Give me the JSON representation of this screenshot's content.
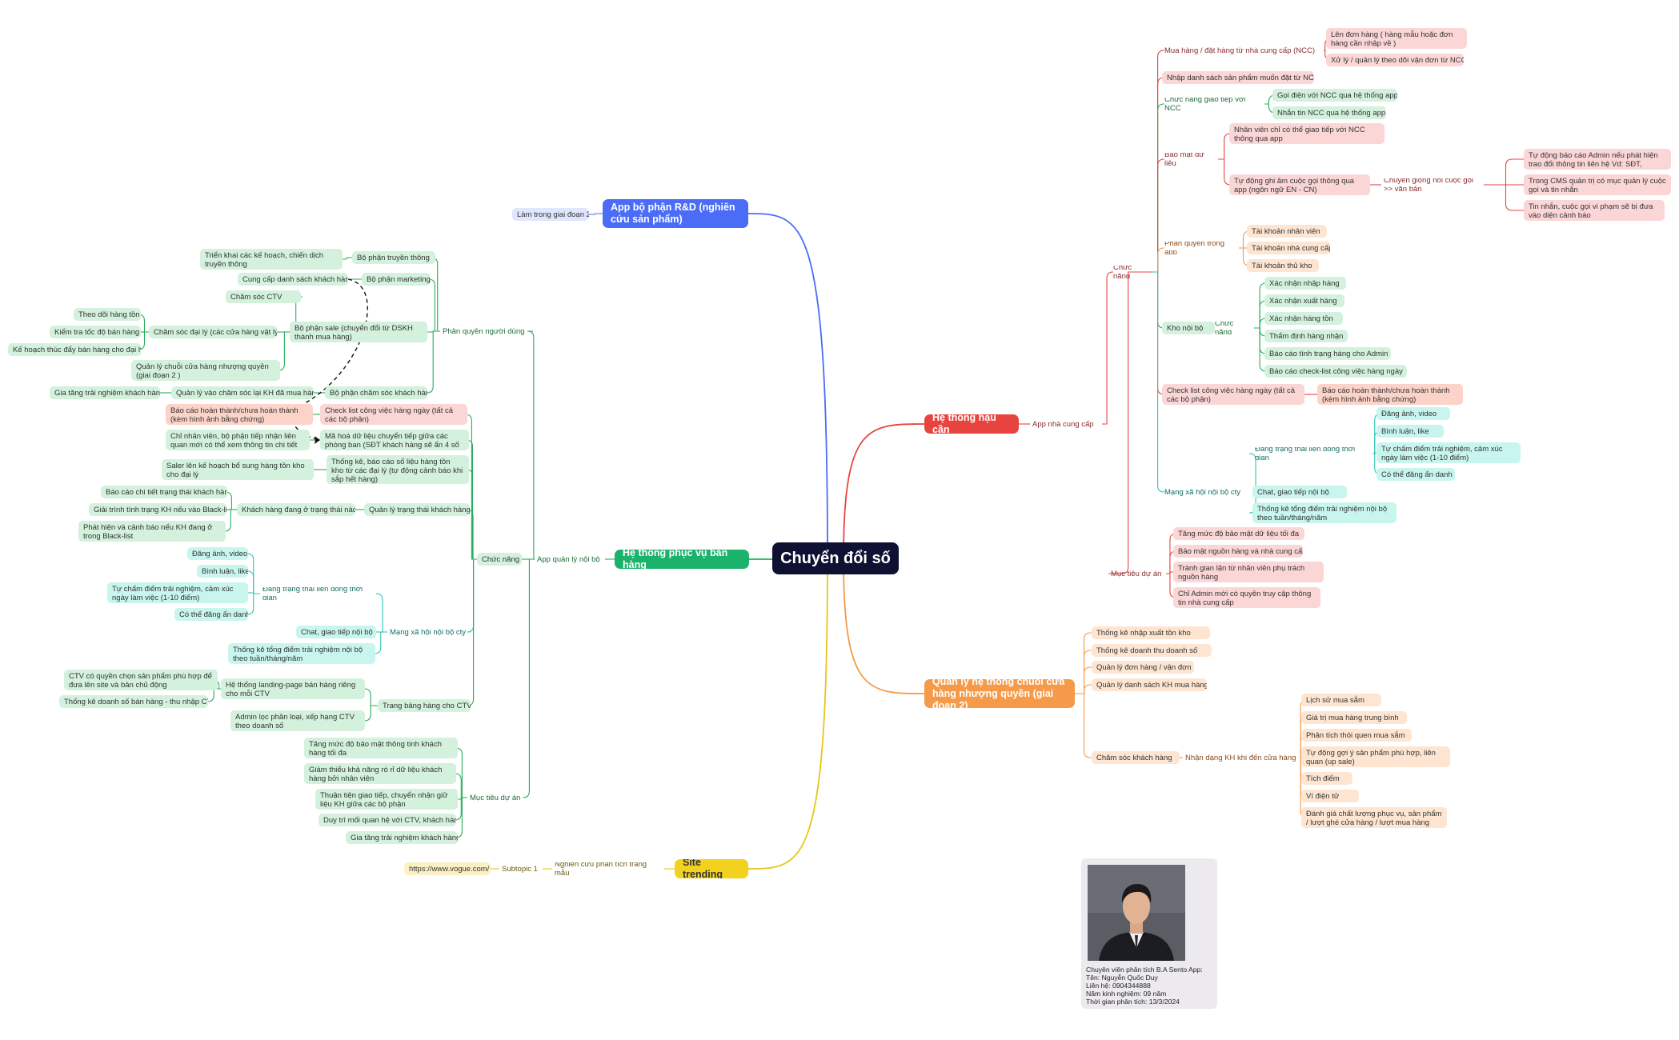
{
  "map": {
    "root": {
      "label": "Chuyển đổi số"
    },
    "branches": [
      {
        "label": "App bộ phận R&D (nghiên cứu sản phẩm)",
        "color": "blue",
        "children": [
          {
            "label": "Làm trong giai đoạn 2"
          }
        ]
      },
      {
        "label": "Hệ thống hậu cần",
        "color": "red",
        "children": [
          {
            "label": "App nhà cung cấp",
            "children": [
              {
                "label": "Chức năng",
                "children": [
                  {
                    "label": "Mua hàng / đặt hàng từ nhà cung cấp (NCC)",
                    "children": [
                      {
                        "label": "Lên đơn hàng ( hàng mẫu hoặc đơn hàng cần nhập về )"
                      },
                      {
                        "label": "Xử lý / quản lý theo dõi vận đơn từ NCC"
                      }
                    ]
                  },
                  {
                    "label": "Nhập danh sách sản phẩm muốn đặt từ NCC"
                  },
                  {
                    "label": "Chức năng giao tiếp với NCC",
                    "children": [
                      {
                        "label": "Gọi điện với NCC qua hệ thống app"
                      },
                      {
                        "label": "Nhắn tin NCC qua hệ thống app"
                      }
                    ]
                  },
                  {
                    "label": "Bảo mật dữ liệu",
                    "children": [
                      {
                        "label": "Nhân viên chỉ có thể giao tiếp với NCC thông qua app"
                      },
                      {
                        "label": "Tự động ghi âm cuộc gọi thông qua app (ngôn ngữ EN - CN)",
                        "children": [
                          {
                            "label": "Chuyển giọng nói cuộc gọi >> văn bản",
                            "children": [
                              {
                                "label": "Tự động báo cáo Admin nếu phát hiện trao đổi thông tin liên hệ Vd: SĐT, email..."
                              },
                              {
                                "label": "Trong CMS quản trị có mục quản lý cuộc gọi và tin nhắn"
                              },
                              {
                                "label": "Tin nhắn, cuộc gọi vi phạm sẽ bị đưa vào diện cảnh báo"
                              }
                            ]
                          }
                        ]
                      }
                    ]
                  },
                  {
                    "label": "Phân quyền trong app",
                    "children": [
                      {
                        "label": "Tài khoản nhân viên"
                      },
                      {
                        "label": "Tài khoản nhà cung cấp"
                      },
                      {
                        "label": "Tài khoản thủ kho"
                      }
                    ]
                  },
                  {
                    "label": "Kho nội bộ",
                    "children": [
                      {
                        "label": "Chức năng",
                        "children": [
                          {
                            "label": "Xác nhận nhập hàng"
                          },
                          {
                            "label": "Xác nhận xuất hàng"
                          },
                          {
                            "label": "Xác nhận hàng tồn"
                          },
                          {
                            "label": "Thẩm định hàng nhận"
                          },
                          {
                            "label": "Báo cáo tình trạng hàng cho Admin"
                          },
                          {
                            "label": "Báo cáo check-list công việc hàng ngày"
                          }
                        ]
                      }
                    ]
                  },
                  {
                    "label": "Check list công việc hàng ngày (tất cả các bộ phận)",
                    "children": [
                      {
                        "label": "Báo cáo hoàn thành/chưa hoàn thành (kèm hình ảnh bằng chứng)"
                      }
                    ]
                  },
                  {
                    "label": "Mạng xã hội nội bộ cty",
                    "children": [
                      {
                        "label": "Đăng trạng thái liên dòng thời gian",
                        "children": [
                          {
                            "label": "Đăng ảnh, video"
                          },
                          {
                            "label": "Bình luận, like"
                          },
                          {
                            "label": "Tự chấm điểm trải nghiệm, cảm xúc ngày làm việc (1-10 điểm)"
                          },
                          {
                            "label": "Có thể đăng ẩn danh"
                          }
                        ]
                      },
                      {
                        "label": "Chat, giao tiếp nội bộ"
                      },
                      {
                        "label": "Thống kê tổng điểm trải nghiệm nội bộ theo tuần/tháng/năm"
                      }
                    ]
                  },
                  {
                    "label": "Mục tiêu dự án",
                    "children": [
                      {
                        "label": "Tăng mức độ bảo mật dữ liệu tối đa"
                      },
                      {
                        "label": "Bảo mật nguồn hàng và nhà cung cấp"
                      },
                      {
                        "label": "Tránh gian lận từ nhân viên phụ trách nguồn hàng"
                      },
                      {
                        "label": "Chỉ Admin mới có quyền truy cập thông tin nhà cung cấp"
                      }
                    ]
                  }
                ]
              }
            ]
          }
        ]
      },
      {
        "label": "Quản lý hệ thống chuỗi cửa hàng nhượng quyền (giai đoạn 2)",
        "color": "orange",
        "children": [
          {
            "label": "Thống kê nhập xuất tồn kho"
          },
          {
            "label": "Thống kê doanh thu doanh số"
          },
          {
            "label": "Quản lý đơn hàng / vận đơn"
          },
          {
            "label": "Quản lý danh sách KH mua hàng"
          },
          {
            "label": "Chăm sóc khách hàng",
            "children": [
              {
                "label": "Nhận dạng KH khi đến cửa hàng",
                "children": [
                  {
                    "label": "Lịch sử mua sắm"
                  },
                  {
                    "label": "Giá trị mua hàng trung bình"
                  },
                  {
                    "label": "Phân tích thói quen mua sắm"
                  },
                  {
                    "label": "Tự động gợi ý sản phẩm phù hợp, liên quan (up sale)"
                  },
                  {
                    "label": "Tích điểm"
                  },
                  {
                    "label": "Ví điện tử"
                  },
                  {
                    "label": "Đánh giá chất lượng phục vụ, sản phẩm / lượt ghé cửa hàng / lượt mua hàng"
                  }
                ]
              }
            ]
          }
        ]
      },
      {
        "label": "Hệ thống phục vụ bán hàng",
        "color": "green",
        "children": [
          {
            "label": "App quản lý nội bộ",
            "children": [
              {
                "label": "Phân quyền người dùng",
                "children": [
                  {
                    "label": "Bộ phận truyền thông",
                    "children": [
                      {
                        "label": "Triển khai các kế hoạch, chiến dịch truyền thông"
                      }
                    ]
                  },
                  {
                    "label": "Bộ phận marketing",
                    "children": [
                      {
                        "label": "Cung cấp danh sách khách hàng"
                      }
                    ]
                  },
                  {
                    "label": "Bộ phận sale (chuyển đổi từ DSKH thành mua hàng)",
                    "children": [
                      {
                        "label": "Chăm sóc CTV"
                      },
                      {
                        "label": "Chăm sóc đại lý (các cửa hàng vật lý)",
                        "children": [
                          {
                            "label": "Theo dõi hàng tồn"
                          },
                          {
                            "label": "Kiểm tra tốc độ bán hàng"
                          },
                          {
                            "label": "Kế hoạch thúc đẩy bán hàng cho đại lý"
                          }
                        ]
                      },
                      {
                        "label": "Quản lý chuỗi cửa hàng nhượng quyền (giai đoạn 2 )"
                      }
                    ]
                  },
                  {
                    "label": "Bộ phận chăm sóc khách hàng",
                    "children": [
                      {
                        "label": "Quản lý vào chăm sóc lại KH đã mua hàng",
                        "children": [
                          {
                            "label": "Gia tăng trải nghiệm khách hàng"
                          }
                        ]
                      }
                    ]
                  }
                ]
              },
              {
                "label": "Chức năng",
                "children": [
                  {
                    "label": "Check list công việc hàng ngày (tất cả các bộ phận)",
                    "children": [
                      {
                        "label": "Báo cáo hoàn thành/chưa hoàn thành (kèm hình ảnh bằng chứng)"
                      }
                    ]
                  },
                  {
                    "label": "Mã hoá dữ liệu chuyển tiếp giữa các phòng ban (SĐT khách hàng sẽ ẩn 4 số cuối)",
                    "children": [
                      {
                        "label": "Chỉ nhân viên, bộ phận tiếp nhận liên quan mới có thể xem thông tin chi tiết"
                      }
                    ]
                  },
                  {
                    "label": "Thống kê, báo cáo số liệu hàng tồn kho từ các đại lý (tự động cảnh báo khi sắp hết hàng)",
                    "children": [
                      {
                        "label": "Saler lên kế hoạch bổ sung hàng tồn kho cho đại lý"
                      }
                    ]
                  },
                  {
                    "label": "Quản lý trạng thái khách hàng",
                    "children": [
                      {
                        "label": "Khách hàng đang ở trạng thái nào",
                        "children": [
                          {
                            "label": "Báo cáo chi tiết trạng thái khách hàng"
                          },
                          {
                            "label": "Giải trình tình trạng KH nếu vào Black-list"
                          },
                          {
                            "label": "Phát hiện và cảnh báo nếu KH đang ở trong Black-list"
                          }
                        ]
                      }
                    ]
                  },
                  {
                    "label": "Mạng xã hội nội bộ cty",
                    "children": [
                      {
                        "label": "Đăng trạng thái liên dòng thời gian",
                        "children": [
                          {
                            "label": "Đăng ảnh, video"
                          },
                          {
                            "label": "Bình luận, like"
                          },
                          {
                            "label": "Tự chấm điểm trải nghiệm, cảm xúc ngày làm việc (1-10 điểm)"
                          },
                          {
                            "label": "Có thể đăng ẩn danh"
                          }
                        ]
                      },
                      {
                        "label": "Chat, giao tiếp nội bộ"
                      },
                      {
                        "label": "Thống kê tổng điểm trải nghiệm nội bộ theo tuần/tháng/năm"
                      }
                    ]
                  },
                  {
                    "label": "Trang bảng hàng cho CTV",
                    "children": [
                      {
                        "label": "Hệ thống landing-page bán hàng riêng cho mỗi CTV",
                        "children": [
                          {
                            "label": "CTV có quyền chọn sản phẩm phù hợp để đưa lên site và bản chủ động"
                          },
                          {
                            "label": "Thống kê doanh số bán hàng - thu nhập CTV"
                          }
                        ]
                      },
                      {
                        "label": "Admin lọc phân loại, xếp hạng CTV theo doanh số"
                      }
                    ]
                  }
                ]
              },
              {
                "label": "Mục tiêu dự án",
                "children": [
                  {
                    "label": "Tăng mức độ bảo mật thông tinh khách hàng tối đa"
                  },
                  {
                    "label": "Giảm thiểu khả năng rò rỉ dữ liệu khách hàng bởi nhân viên"
                  },
                  {
                    "label": "Thuận tiện giao tiếp, chuyển nhận giữ liệu KH giữa các bộ phận"
                  },
                  {
                    "label": "Duy trì mối quan hệ với CTV, khách hàng"
                  },
                  {
                    "label": "Gia tăng trải nghiệm khách hàng"
                  }
                ]
              }
            ]
          }
        ]
      },
      {
        "label": "Site trending",
        "color": "yellow",
        "children": [
          {
            "label": "Nghiên cứu phân tích trang mẫu",
            "children": [
              {
                "label": "Subtopic 1",
                "children": [
                  {
                    "label": "https://www.vogue.com/"
                  }
                ]
              }
            ]
          }
        ]
      }
    ]
  },
  "profile": {
    "lines": [
      "Chuyên viên phân tích B.A Sento App:",
      "Tên: Nguyễn Quốc Duy",
      "Liên hệ: 0904344888",
      "Năm kinh nghiệm: 09 năm",
      "Thời gian phân tích: 13/3/2024"
    ]
  },
  "colors": {
    "blue": "#4a6cf7",
    "red": "#e8443f",
    "orange": "#f59a48",
    "green": "#1bb26b",
    "yellow": "#f2d21e",
    "teal": "#28c4b0",
    "root": "#0f1133"
  }
}
